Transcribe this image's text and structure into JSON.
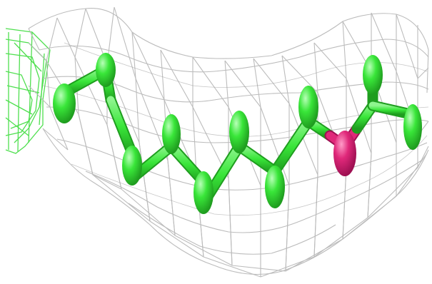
{
  "scene": {
    "description_visible_text": "",
    "colors": {
      "background": "#ffffff",
      "density_mesh": "#b9b9b9",
      "density_mesh_dark": "#9a9a9a",
      "side_mesh": "#3ddc3d",
      "carbon": "#39e639",
      "carbon_shade": "#1faa1f",
      "heteroatom": "#e0287a",
      "heteroatom_shade": "#a8145a"
    },
    "icons": [
      "electron-density-mesh",
      "ball-and-stick-ligand",
      "partial-neighbor-mesh"
    ]
  }
}
